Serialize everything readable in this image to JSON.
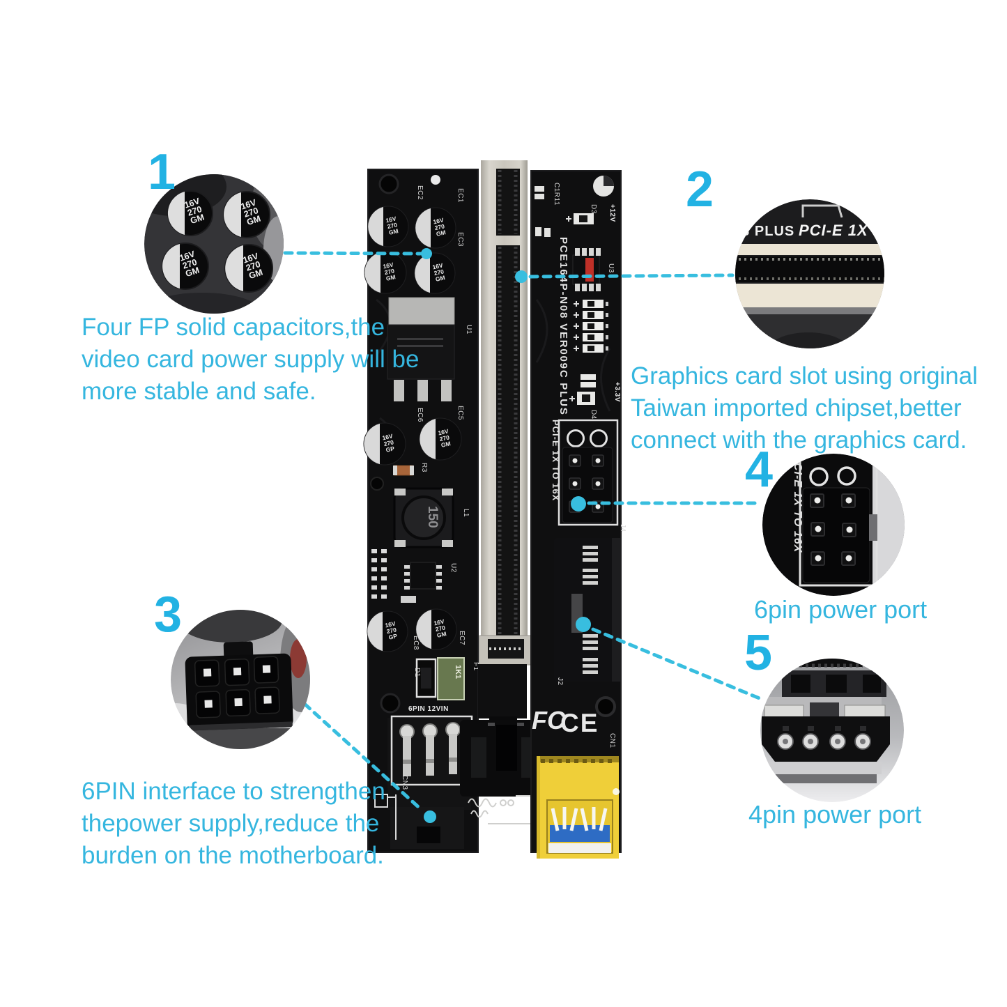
{
  "colors": {
    "accent_text": "#35b6df",
    "accent_number": "#22b2e3",
    "dash_line": "#38bedf",
    "pcb_black": "#0f0f10",
    "slot_silver": "#c9c5bc",
    "usb_yellow": "#efcf39"
  },
  "callouts": {
    "c1": {
      "number": "1",
      "lines": [
        "Four FP solid capacitors,the",
        "video card power supply will be",
        "more stable and safe."
      ]
    },
    "c2": {
      "number": "2",
      "lines": [
        "Graphics card slot using original",
        "Taiwan imported chipset,better",
        "connect with the graphics card."
      ]
    },
    "c3": {
      "number": "3",
      "lines": [
        "6PIN interface to strengthen",
        "thepower supply,reduce the",
        "burden on the motherboard."
      ]
    },
    "c4": {
      "number": "4",
      "caption": "6pin power port"
    },
    "c5": {
      "number": "5",
      "caption": "4pin power port"
    }
  },
  "pcb": {
    "title_vertical": "PCE164P-N08 VER009C PLUS",
    "slot6_label": "PCI-E 1X TO 16X",
    "silk_6pin_12vin": "6PIN 12VIN",
    "plus12v": "+12V",
    "plus33v": "+3.3V",
    "ce_mark": "CE",
    "fcc_mark": "FC",
    "inductor_value": "150",
    "fuse_value": "1K1",
    "refs": {
      "u1": "U1",
      "u2": "U2",
      "u3": "U3",
      "l1": "L1",
      "r3": "R3",
      "d1": "D1",
      "d3": "D3",
      "d4": "D4",
      "f1": "F1",
      "j2": "J2",
      "j4": "J4",
      "cn1": "CN1",
      "cn3": "CN3",
      "c1r11": "C1R11",
      "ec1": "EC1",
      "ec2": "EC2",
      "ec3": "EC3",
      "ec5": "EC5",
      "ec6": "EC6",
      "ec7": "EC7",
      "ec8": "EC8"
    },
    "cap": {
      "v": "16V",
      "uf": "270",
      "gm": "GM",
      "gp": "GP"
    }
  },
  "bubbles": {
    "b2_left": "S PLUS",
    "b2_right": "PCI-E 1X",
    "b4_vertical": "CI-E 1X TO 16X"
  }
}
